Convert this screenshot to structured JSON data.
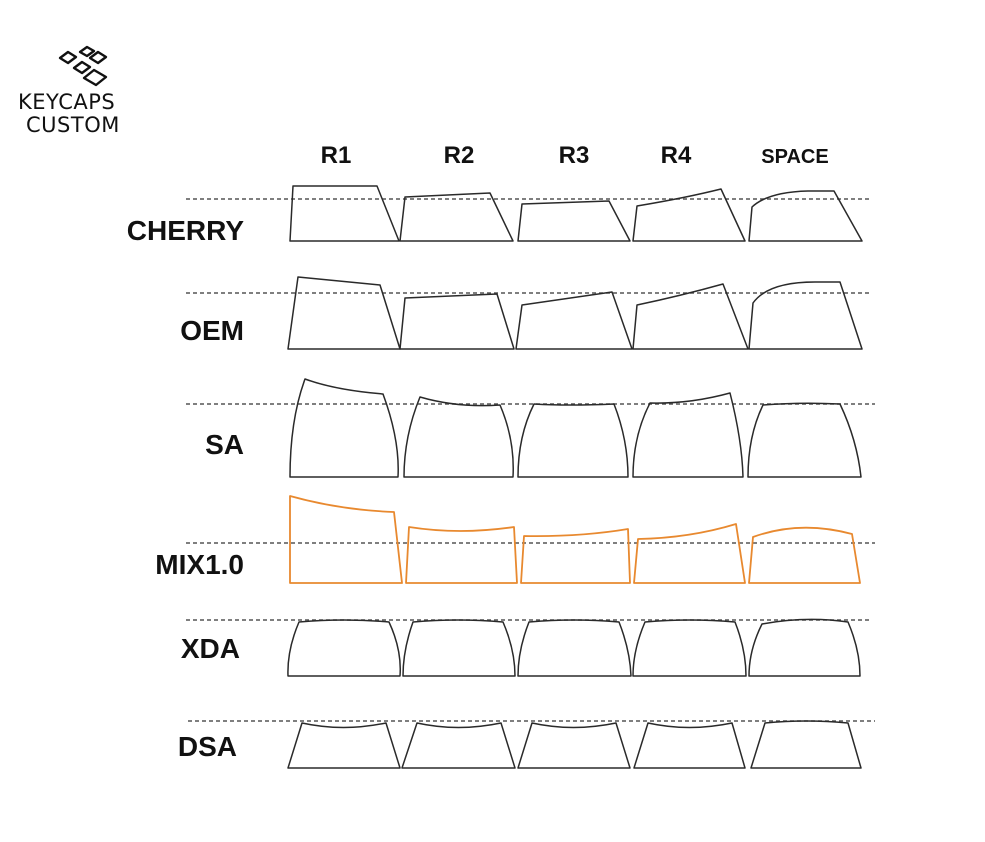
{
  "brand": {
    "line1": "KEYCAPS",
    "line2": "CUSTOM",
    "icon": "keycaps-logo-icon"
  },
  "columns": [
    "R1",
    "R2",
    "R3",
    "R4",
    "SPACE"
  ],
  "profiles": [
    {
      "name": "CHERRY",
      "highlight": false
    },
    {
      "name": "OEM",
      "highlight": false
    },
    {
      "name": "SA",
      "highlight": false
    },
    {
      "name": "MIX1.0",
      "highlight": true
    },
    {
      "name": "XDA",
      "highlight": false
    },
    {
      "name": "DSA",
      "highlight": false
    }
  ],
  "colors": {
    "outline": "#2a2a2a",
    "highlight": "#e8892f",
    "dashed": "#555555",
    "text": "#111111"
  }
}
